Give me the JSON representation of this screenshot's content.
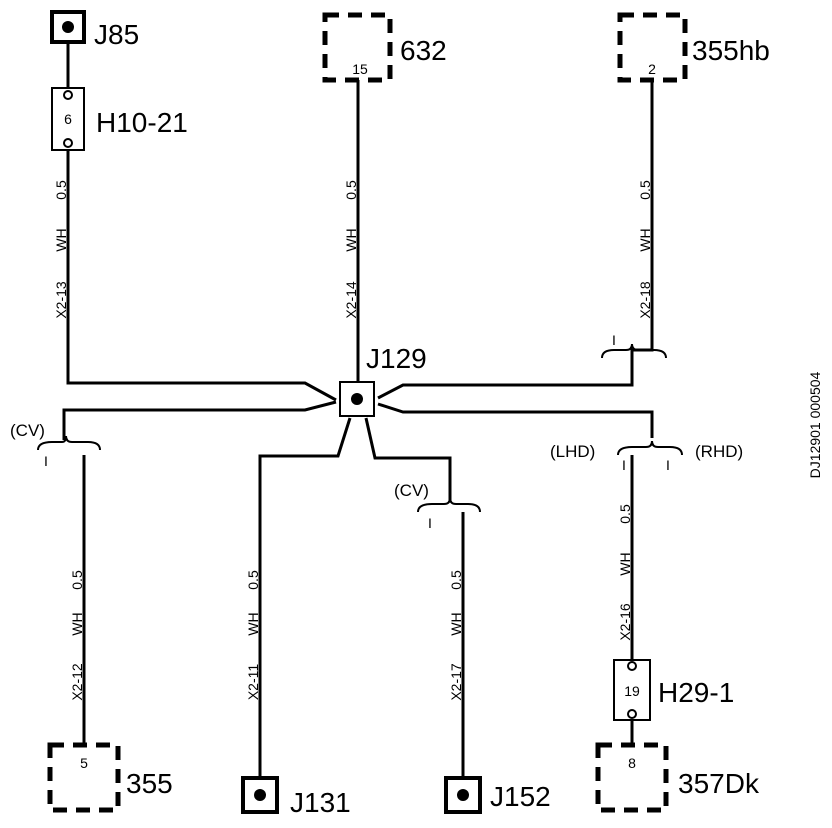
{
  "figure_id": "DJ12901 000504",
  "splice": "J129",
  "components": {
    "j85": {
      "label": "J85"
    },
    "h10": {
      "label": "H10-21",
      "pin": "6"
    },
    "c632": {
      "label": "632",
      "pin": "15"
    },
    "c355hb": {
      "label": "355hb",
      "pin": "2"
    },
    "c355": {
      "label": "355",
      "pin": "5"
    },
    "j131": {
      "label": "J131"
    },
    "j152": {
      "label": "J152"
    },
    "h29": {
      "label": "H29-1",
      "pin": "19"
    },
    "c357dk": {
      "label": "357Dk",
      "pin": "8"
    }
  },
  "wires": {
    "w13": {
      "size": "0.5",
      "color": "WH",
      "id": "X2-13"
    },
    "w14": {
      "size": "0.5",
      "color": "WH",
      "id": "X2-14"
    },
    "w18": {
      "size": "0.5",
      "color": "WH",
      "id": "X2-18"
    },
    "w12": {
      "size": "0.5",
      "color": "WH",
      "id": "X2-12"
    },
    "w11": {
      "size": "0.5",
      "color": "WH",
      "id": "X2-11"
    },
    "w17": {
      "size": "0.5",
      "color": "WH",
      "id": "X2-17"
    },
    "w16": {
      "size": "0.5",
      "color": "WH",
      "id": "X2-16"
    }
  },
  "options": {
    "cv_left": "(CV)",
    "cv_mid": "(CV)",
    "lhd": "(LHD)",
    "rhd": "(RHD)",
    "mark": "I"
  }
}
